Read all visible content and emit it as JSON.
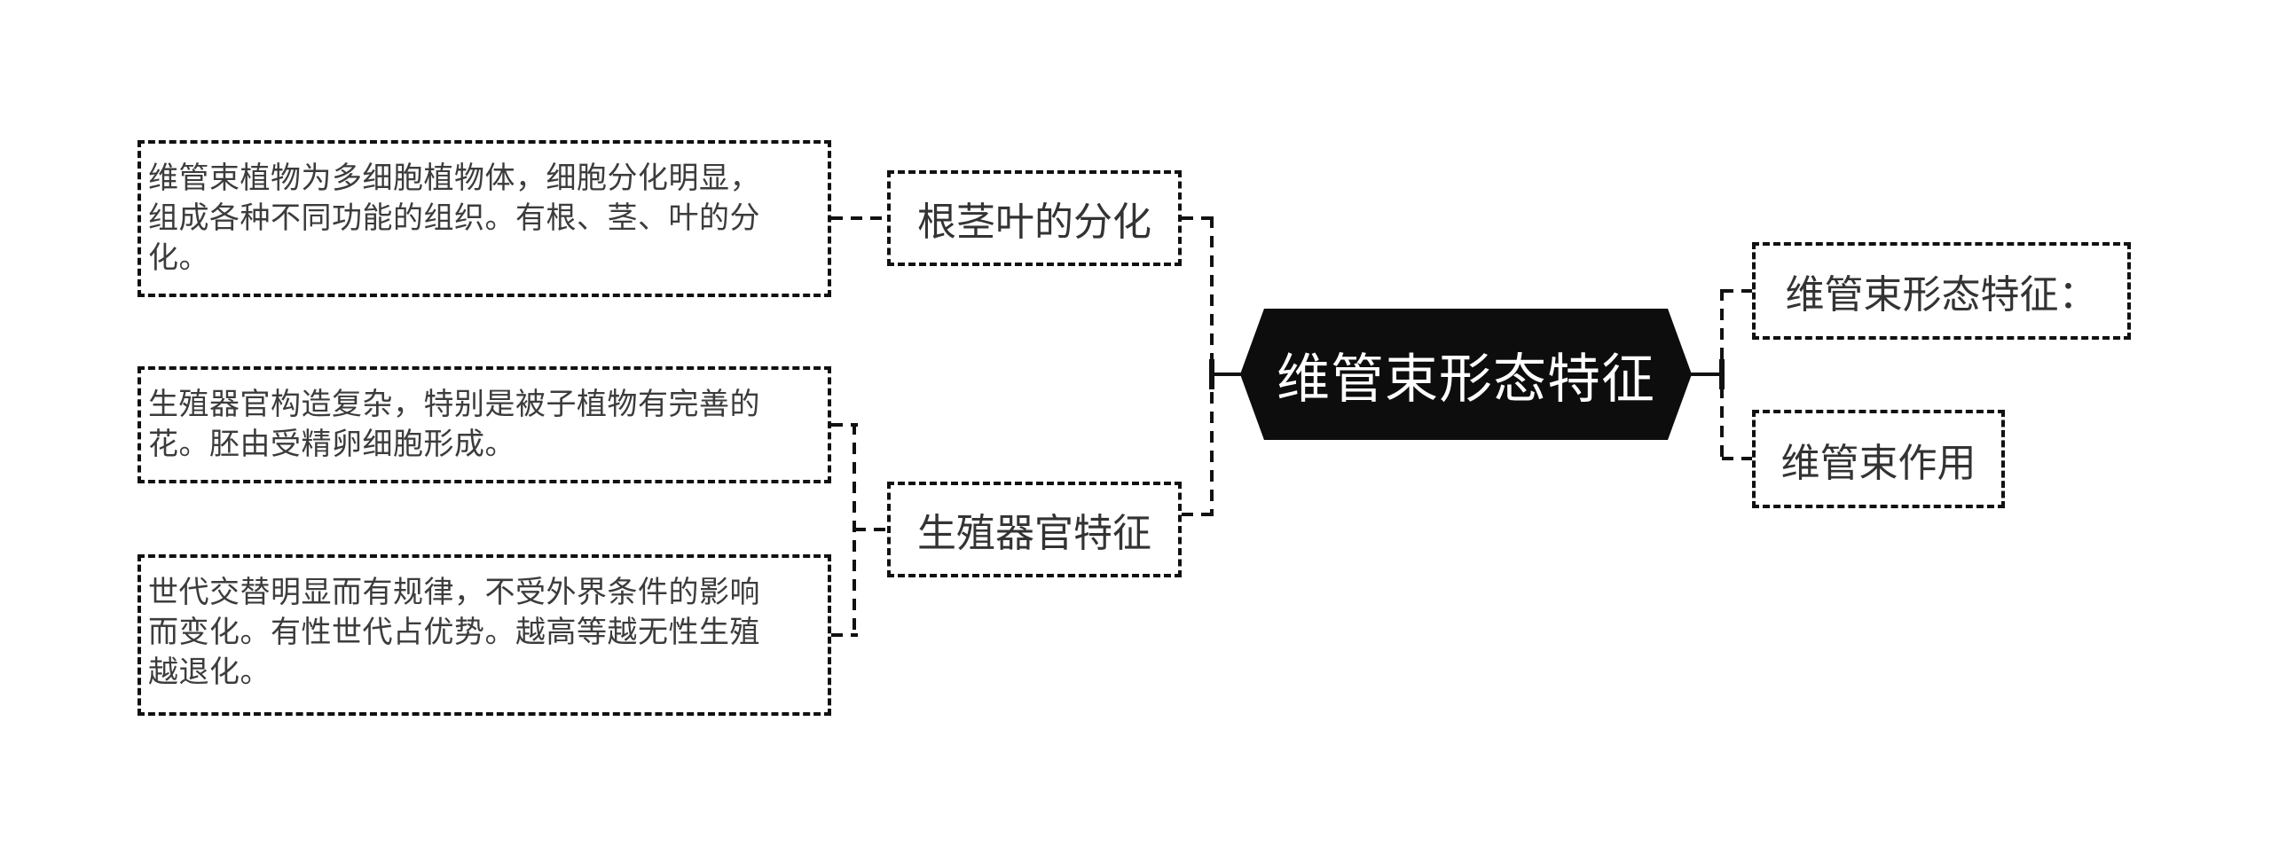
{
  "diagram": {
    "root": {
      "label": "维管束形态特征"
    },
    "left_children": [
      {
        "label": "根茎叶的分化"
      },
      {
        "label": "生殖器官特征"
      }
    ],
    "right_children": [
      {
        "label": "维管束形态特征："
      },
      {
        "label": "维管束作用"
      }
    ],
    "detail_boxes": [
      {
        "text": "维管束植物为多细胞植物体，细胞分化明显，\n组成各种不同功能的组织。有根、茎、叶的分\n化。"
      },
      {
        "text": "生殖器官构造复杂，特别是被子植物有完善的\n花。胚由受精卵细胞形成。"
      },
      {
        "text": "世代交替明显而有规律，不受外界条件的影响\n而变化。有性世代占优势。越高等越无性生殖\n越退化。"
      }
    ],
    "colors": {
      "background": "#ffffff",
      "root_bg": "#0d0d0d",
      "root_text": "#ffffff",
      "line": "#111111",
      "detail_text": "#3c3c3c",
      "node_text": "#333333"
    }
  }
}
